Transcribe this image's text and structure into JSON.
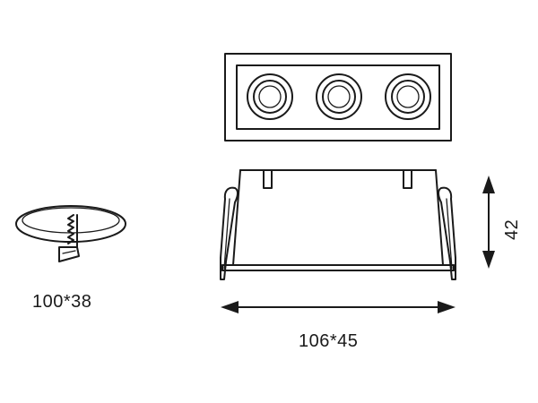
{
  "labels": {
    "cutout": "100*38",
    "width": "106*45",
    "height": "42"
  },
  "colors": {
    "ink": "#1a1a1a",
    "background": "#ffffff"
  },
  "icons": [
    "saw-cutout-icon",
    "spotlight-lens-icon",
    "dimension-arrow-icon"
  ],
  "lamp_heads": 3
}
